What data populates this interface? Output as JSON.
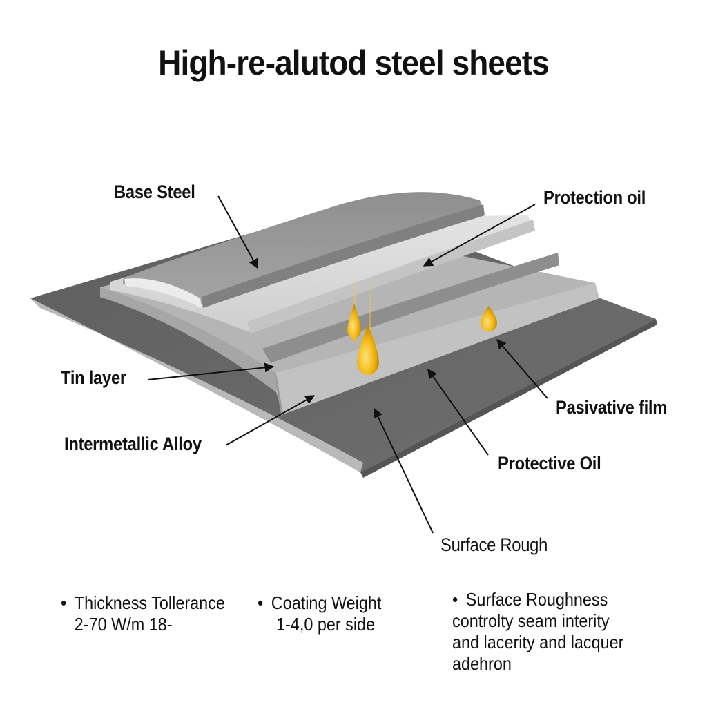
{
  "title": "High-re-alutod steel sheets",
  "labels": {
    "base_steel": "Base Steel",
    "protection_oil": "Protection oil",
    "tin_layer": "Tin layer",
    "intermetallic_alloy": "Intermetallic Alloy",
    "pasivative_film": "Pasivative film",
    "protective_oil": "Protective Oil",
    "surface_rough": "Surface Rough"
  },
  "specs": [
    {
      "line1": "Thickness Tollerance",
      "line2": "2-70 W/m 18-"
    },
    {
      "line1": "Coating Weight",
      "line2": "1-4,0 per side"
    },
    {
      "line1": "Surface Roughness",
      "lines": [
        "controlty seam interity",
        "and lacerity and lacquer",
        "adehron"
      ]
    }
  ],
  "colors": {
    "base_sheet": "#6b6b6b",
    "base_edge": "#b8b8b8",
    "layer_light": "#d9d9d9",
    "layer_mid": "#a9a9a9",
    "top_layer": "#9a9a9a",
    "oil": "#f2b814"
  }
}
